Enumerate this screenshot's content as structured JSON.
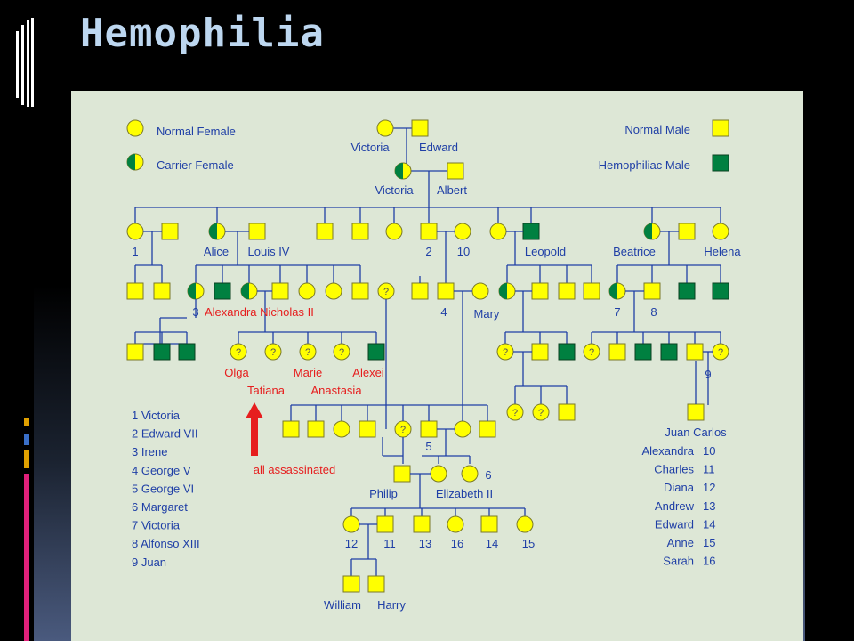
{
  "slide": {
    "title": "Hemophilia"
  },
  "colors": {
    "normal": "#ffff00",
    "affected": "#008040",
    "stroke": "#7a7a2a",
    "line": "#1f3fa6",
    "label": "#1f3fa6",
    "red": "#e61e1e",
    "panel_bg": "#dde7d6",
    "title": "#bdd7f0"
  },
  "legend": {
    "normal_female": "Normal Female",
    "carrier_female": "Carrier Female",
    "normal_male": "Normal Male",
    "hemophiliac_male": "Hemophiliac Male"
  },
  "names": {
    "victoria_top": "Victoria",
    "edward": "Edward",
    "victoria": "Victoria",
    "albert": "Albert",
    "g3_1": "1",
    "alice": "Alice",
    "louis_iv": "Louis IV",
    "g3_2": "2",
    "g3_10": "10",
    "leopold": "Leopold",
    "beatrice": "Beatrice",
    "helena": "Helena",
    "g4_3": "3",
    "alexandra_nicholas": "Alexandra Nicholas II",
    "g4_4": "4",
    "mary": "Mary",
    "g4_7": "7",
    "g4_8": "8",
    "olga": "Olga",
    "marie": "Marie",
    "alexei": "Alexei",
    "tatiana": "Tatiana",
    "anastasia": "Anastasia",
    "g5_9": "9",
    "juan_carlos": "Juan Carlos",
    "g6_5": "5",
    "g6_6": "6",
    "philip": "Philip",
    "elizabeth": "Elizabeth II",
    "c12": "12",
    "c11": "11",
    "c13": "13",
    "c16": "16",
    "c14": "14",
    "c15": "15",
    "william": "William",
    "harry": "Harry",
    "assassinated": "all assassinated"
  },
  "key_left": [
    "1  Victoria",
    "2  Edward VII",
    "3  Irene",
    "4  George V",
    "5  George VI",
    "6  Margaret",
    "7  Victoria",
    "8  Alfonso XIII",
    "9  Juan"
  ],
  "key_right": [
    {
      "name": "Alexandra",
      "num": "10"
    },
    {
      "name": "Charles",
      "num": "11"
    },
    {
      "name": "Diana",
      "num": "12"
    },
    {
      "name": "Andrew",
      "num": "13"
    },
    {
      "name": "Edward",
      "num": "14"
    },
    {
      "name": "Anne",
      "num": "15"
    },
    {
      "name": "Sarah",
      "num": "16"
    }
  ]
}
